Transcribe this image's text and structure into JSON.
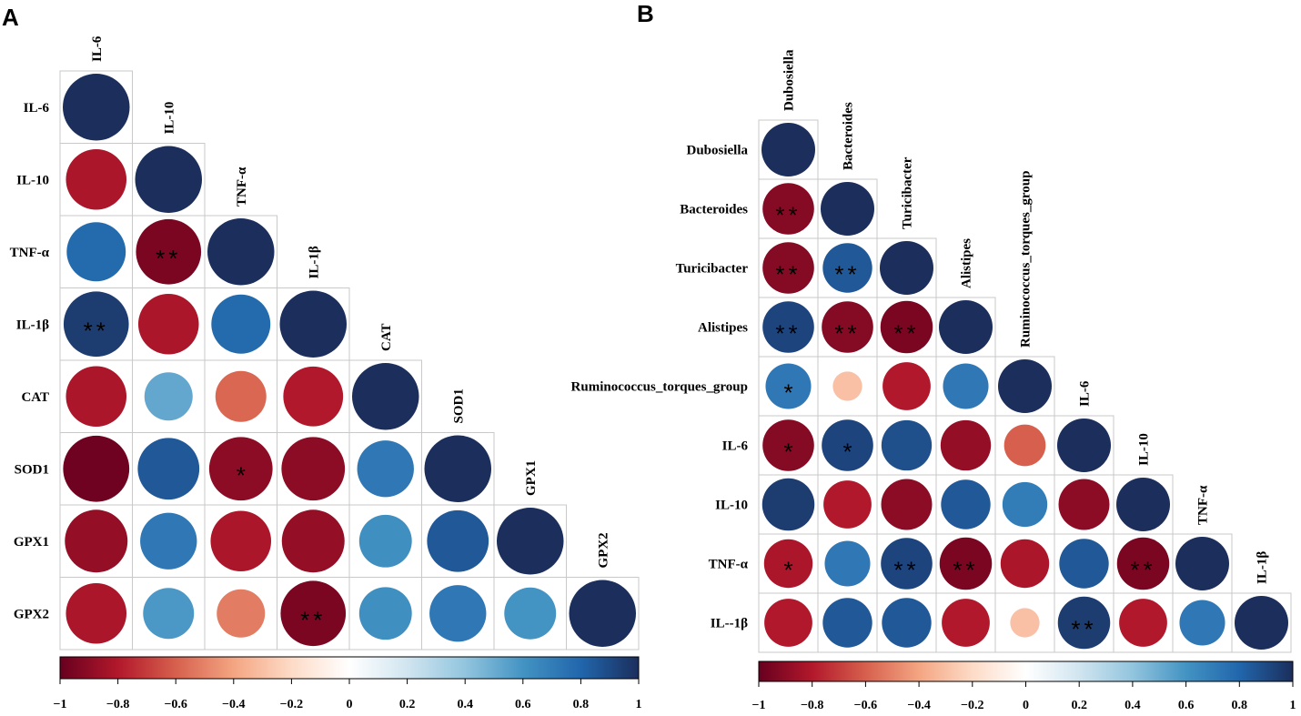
{
  "chart_data": [
    {
      "type": "heatmap",
      "panel": "A",
      "variables": [
        "IL-6",
        "IL-10",
        "TNF-α",
        "IL-1β",
        "CAT",
        "SOD1",
        "GPX1",
        "GPX2"
      ],
      "triangle": "lower",
      "correlations": [
        [
          1
        ],
        [
          -0.82,
          1
        ],
        [
          0.78,
          -0.95,
          1
        ],
        [
          0.95,
          -0.82,
          0.78,
          1
        ],
        [
          -0.82,
          0.52,
          -0.58,
          -0.8,
          1
        ],
        [
          -0.98,
          0.85,
          -0.9,
          -0.9,
          0.72,
          1
        ],
        [
          -0.88,
          0.72,
          -0.82,
          -0.88,
          0.62,
          0.85,
          1
        ],
        [
          -0.82,
          0.58,
          -0.52,
          -0.95,
          0.62,
          0.72,
          0.6,
          1
        ]
      ],
      "significance": [
        [
          ""
        ],
        [
          "",
          ""
        ],
        [
          "",
          "**",
          ""
        ],
        [
          "**",
          "",
          "",
          ""
        ],
        [
          "",
          "",
          "",
          "",
          ""
        ],
        [
          "",
          "",
          "*",
          "",
          "",
          ""
        ],
        [
          "",
          "",
          "",
          "",
          "",
          "",
          ""
        ],
        [
          "",
          "",
          "",
          "**",
          "",
          "",
          "",
          ""
        ]
      ],
      "colorbar": {
        "ticks": [
          "−1",
          "−0.8",
          "−0.6",
          "−0.4",
          "−0.2",
          "0",
          "0.2",
          "0.4",
          "0.6",
          "0.8",
          "1"
        ],
        "range": [
          -1,
          1
        ]
      }
    },
    {
      "type": "heatmap",
      "panel": "B",
      "variables": [
        "Dubosiella",
        "Bacteroides",
        "Turicibacter",
        "Alistipes",
        "Ruminococcus_torques_group",
        "IL-6",
        "IL-10",
        "TNF-α",
        "IL-1β"
      ],
      "row_labels": [
        "Dubosiella",
        "Bacteroides",
        "Turicibacter",
        "Alistipes",
        "Ruminococcus_torques_group",
        "IL-6",
        "IL-10",
        "TNF-α",
        "IL--1β"
      ],
      "triangle": "lower",
      "correlations": [
        [
          1
        ],
        [
          -0.92,
          1
        ],
        [
          -0.92,
          0.85,
          1
        ],
        [
          0.92,
          -0.92,
          -0.95,
          1
        ],
        [
          0.72,
          -0.3,
          -0.8,
          0.72,
          1
        ],
        [
          -0.92,
          0.92,
          0.88,
          -0.88,
          -0.6,
          1
        ],
        [
          0.95,
          -0.8,
          -0.9,
          0.85,
          0.7,
          -0.9,
          1
        ],
        [
          -0.82,
          0.72,
          0.92,
          -0.95,
          -0.82,
          0.85,
          -0.95,
          1
        ],
        [
          -0.8,
          0.85,
          0.85,
          -0.8,
          -0.3,
          0.95,
          -0.8,
          0.72,
          1
        ]
      ],
      "significance": [
        [
          ""
        ],
        [
          "**",
          ""
        ],
        [
          "**",
          "**",
          ""
        ],
        [
          "**",
          "**",
          "**",
          ""
        ],
        [
          "*",
          "",
          "",
          "",
          ""
        ],
        [
          "*",
          "*",
          "",
          "",
          "",
          ""
        ],
        [
          "",
          "",
          "",
          "",
          "",
          "",
          ""
        ],
        [
          "*",
          "",
          "**",
          "**",
          "",
          "",
          "**",
          ""
        ],
        [
          "",
          "",
          "",
          "",
          "",
          "**",
          "",
          "",
          ""
        ]
      ],
      "colorbar": {
        "ticks": [
          "−1",
          "−0.8",
          "−0.6",
          "−0.4",
          "−0.2",
          "0",
          "0.2",
          "0.4",
          "0.6",
          "0.8",
          "1"
        ],
        "range": [
          -1,
          1
        ]
      }
    }
  ]
}
